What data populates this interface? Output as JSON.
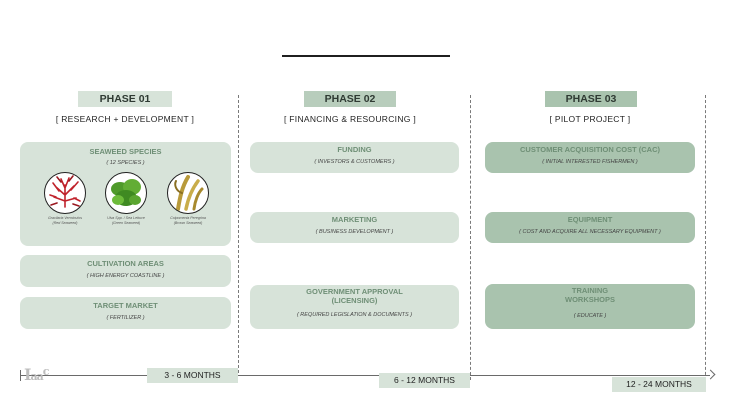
{
  "phases": [
    {
      "tag": "PHASE 01",
      "subtitle": "[ RESEARCH + DEVELOPMENT ]",
      "duration": "3 - 6 MONTHS"
    },
    {
      "tag": "PHASE 02",
      "subtitle": "[ FINANCING & RESOURCING ]",
      "duration": "6 - 12 MONTHS"
    },
    {
      "tag": "PHASE 03",
      "subtitle": "[ PILOT PROJECT ]",
      "duration": "12 - 24 MONTHS"
    }
  ],
  "phase1": {
    "species": {
      "title": "SEAWEED SPECIES",
      "sub": "( 12 SPECIES )",
      "items": [
        {
          "name": "Gracilaria Vermiculos",
          "type": "(Red Seaweed)",
          "color": "#c0222b"
        },
        {
          "name": "Ulva Spp. / Sea Lettuce",
          "type": "(Green Seaweed)",
          "color": "#4f9a2a"
        },
        {
          "name": "Colpomenia Peregrina",
          "type": "(Brown Seaweed)",
          "color": "#b89a3a"
        }
      ]
    },
    "cultivation": {
      "title": "CULTIVATION AREAS",
      "sub": "( HIGH ENERGY COASTLINE )"
    },
    "market": {
      "title": "TARGET MARKET",
      "sub": "( FERTILIZER )"
    }
  },
  "phase2": {
    "funding": {
      "title": "FUNDING",
      "sub": "( INVESTORS & CUSTOMERS )"
    },
    "marketing": {
      "title": "MARKETING",
      "sub": "( BUSINESS DEVELOPMENT )"
    },
    "gov": {
      "title_line1": "GOVERNMENT APPROVAL",
      "title_line2": "(LICENSING)",
      "sub": "( REQUIRED LEGISLATION & DOCUMENTS )"
    }
  },
  "phase3": {
    "cac": {
      "title": "CUSTOMER ACQUISITION COST (CAC)",
      "sub": "( INITIAL INTERESTED FISHERMEN )"
    },
    "equipment": {
      "title": "EQUIPMENT",
      "sub": "( COST AND ACQUIRE ALL NECESSARY EQUIPMENT )"
    },
    "training": {
      "title_line1": "TRAINING",
      "title_line2": "WORKSHOPS",
      "sub": "( EDUCATE )"
    }
  },
  "logo": {
    "text": "Iaac"
  },
  "colors": {
    "card": "#d7e3d9",
    "card_dark": "#a9c3ae",
    "title_green": "#6f8f76"
  }
}
